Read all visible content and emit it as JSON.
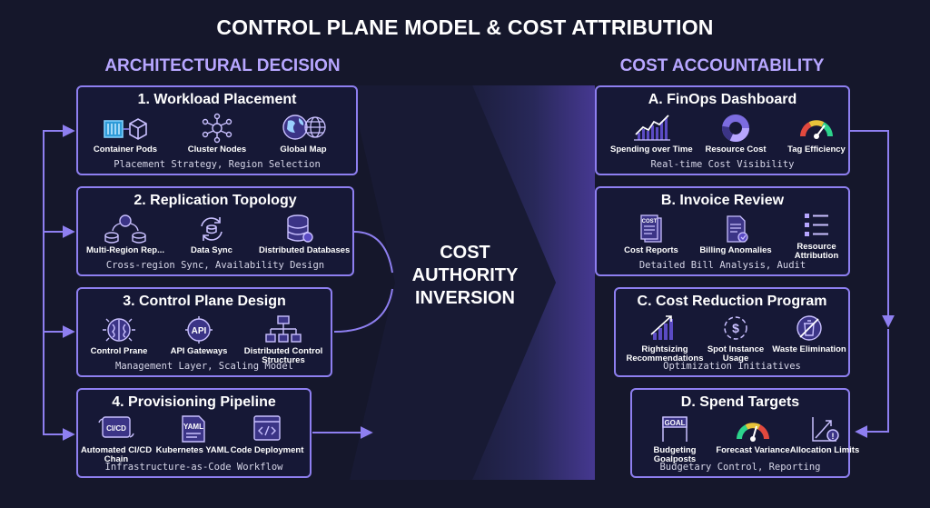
{
  "title": "CONTROL PLANE MODEL & COST ATTRIBUTION",
  "left_header": "ARCHITECTURAL DECISION",
  "right_header": "COST ACCOUNTABILITY",
  "center": {
    "line1": "COST",
    "line2": "AUTHORITY",
    "line3": "INVERSION"
  },
  "colors": {
    "background": "#15172b",
    "accent": "#8e7ff0",
    "header": "#b7a6ff",
    "green": "#2dd38c",
    "yellow": "#e8c33a",
    "red": "#e2493e"
  },
  "left_cards": [
    {
      "title": "1. Workload Placement",
      "subtitle": "Placement Strategy, Region Selection",
      "items": [
        {
          "label": "Container Pods",
          "icon": "container-pods-icon"
        },
        {
          "label": "Cluster Nodes",
          "icon": "cluster-nodes-icon"
        },
        {
          "label": "Global Map",
          "icon": "globe-icon"
        }
      ]
    },
    {
      "title": "2. Replication Topology",
      "subtitle": "Cross-region Sync, Availability Design",
      "items": [
        {
          "label": "Multi-Region Rep...",
          "icon": "multi-region-icon"
        },
        {
          "label": "Data Sync",
          "icon": "sync-icon"
        },
        {
          "label": "Distributed Databases",
          "icon": "database-icon"
        }
      ]
    },
    {
      "title": "3. Control Plane Design",
      "subtitle": "Management Layer, Scaling Model",
      "items": [
        {
          "label": "Control Prane",
          "icon": "brain-chip-icon"
        },
        {
          "label": "API Gateways",
          "icon": "api-gateway-icon"
        },
        {
          "label": "Distributed Control Structures",
          "icon": "hierarchy-icon"
        }
      ]
    },
    {
      "title": "4. Provisioning Pipeline",
      "subtitle": "Infrastructure-as-Code Workflow",
      "items": [
        {
          "label": "Automated CI/CD Chain",
          "icon": "cicd-chain-icon"
        },
        {
          "label": "Kubernetes YAML",
          "icon": "yaml-file-icon"
        },
        {
          "label": "Code Deployment",
          "icon": "code-window-icon"
        }
      ]
    }
  ],
  "right_cards": [
    {
      "title": "A. FinOps Dashboard",
      "subtitle": "Real-time Cost Visibility",
      "items": [
        {
          "label": "Spending over Time",
          "icon": "line-chart-icon"
        },
        {
          "label": "Resource Cost",
          "icon": "donut-chart-icon"
        },
        {
          "label": "Tag Efficiency",
          "icon": "gauge-icon"
        }
      ]
    },
    {
      "title": "B. Invoice Review",
      "subtitle": "Detailed Bill Analysis, Audit",
      "items": [
        {
          "label": "Cost Reports",
          "icon": "cost-report-icon"
        },
        {
          "label": "Billing Anomalies",
          "icon": "billing-anomaly-icon"
        },
        {
          "label": "Resource Attribution",
          "icon": "attribution-list-icon"
        }
      ]
    },
    {
      "title": "C. Cost Reduction Program",
      "subtitle": "Optimization Initiatives",
      "items": [
        {
          "label": "Rightsizing Recommendations",
          "icon": "rightsizing-icon"
        },
        {
          "label": "Spot Instance Usage",
          "icon": "spot-instance-icon"
        },
        {
          "label": "Waste Elimination",
          "icon": "waste-elimination-icon"
        }
      ]
    },
    {
      "title": "D. Spend Targets",
      "subtitle": "Budgetary Control, Reporting",
      "items": [
        {
          "label": "Budgeting Goalposts",
          "icon": "goal-post-icon"
        },
        {
          "label": "Forecast Variance",
          "icon": "forecast-gauge-icon"
        },
        {
          "label": "Allocation Limits",
          "icon": "allocation-limit-icon"
        }
      ]
    }
  ],
  "icon_text": {
    "cost_doc": "COST",
    "goal": "GOAL",
    "api": "API",
    "yaml": "YAML",
    "cicd": "CI/CD"
  }
}
